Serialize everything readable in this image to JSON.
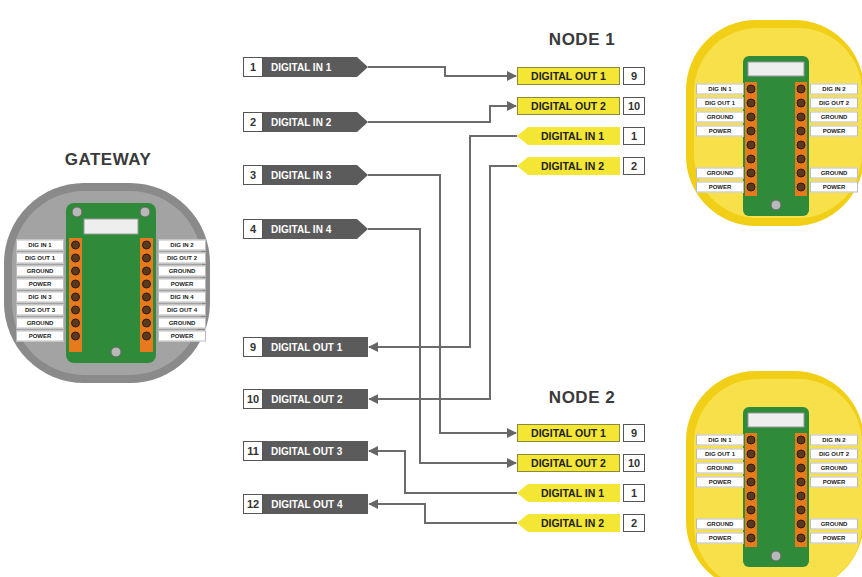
{
  "diagram": {
    "nodes": [
      {
        "text": [
          "1",
          "DIGITAL IN 1"
        ]
      },
      {
        "text": [
          "2",
          "DIGITAL IN 2"
        ]
      },
      {
        "text": [
          "3",
          "DIGITAL IN 3"
        ]
      },
      {
        "text": [
          "4",
          "DIGITAL IN 4"
        ]
      },
      {
        "text": [
          "DIGITAL OUT 1",
          "9"
        ]
      },
      {
        "text": [
          "DIGITAL OUT 2",
          "10"
        ]
      },
      {
        "text": [
          "DIGITAL IN 1",
          "1"
        ]
      },
      {
        "text": [
          "DIGITAL IN 2",
          "2"
        ]
      },
      {
        "text": [
          "9",
          "DIGITAL OUT 1"
        ]
      },
      {
        "text": [
          "10",
          "DIGITAL OUT 2"
        ]
      },
      {
        "text": [
          "11",
          "DIGITAL OUT 3"
        ]
      },
      {
        "text": [
          "12",
          "DIGITAL OUT 4"
        ]
      },
      {
        "text": [
          "DIGITAL OUT 1",
          "9"
        ]
      },
      {
        "text": [
          "DIGITAL OUT 2",
          "10"
        ]
      },
      {
        "text": [
          "DIGITAL IN 1",
          "1"
        ]
      },
      {
        "text": [
          "DIGITAL IN 2",
          "2"
        ]
      }
    ],
    "edges": [
      {
        "from": 0,
        "to": 4,
        "arrow": "to"
      },
      {
        "from": 1,
        "to": 5,
        "arrow": "to"
      },
      {
        "from": 6,
        "to": 8,
        "arrow": "to"
      },
      {
        "from": 7,
        "to": 9,
        "arrow": "to"
      },
      {
        "from": 2,
        "to": 12,
        "arrow": "to"
      },
      {
        "from": 3,
        "to": 13,
        "arrow": "to"
      },
      {
        "from": 14,
        "to": 10,
        "arrow": "to"
      },
      {
        "from": 15,
        "to": 11,
        "arrow": "to"
      }
    ],
    "labels": [
      "GATEWAY",
      "DIG IN 1",
      "DIG OUT 1",
      "GROUND",
      "POWER",
      "DIG IN 3",
      "DIG OUT 3",
      "GROUND",
      "POWER",
      "DIG IN 2",
      "DIG OUT 2",
      "GROUND",
      "POWER",
      "DIG IN 4",
      "DIG OUT 4",
      "GROUND",
      "POWER",
      "NODE 1",
      "DIG IN 1",
      "DIG OUT 1",
      "GROUND",
      "POWER",
      "GROUND",
      "POWER",
      "DIG IN 2",
      "DIG OUT 2",
      "GROUND",
      "POWER",
      "GROUND",
      "POWER",
      "NODE 2",
      "DIG IN 1",
      "DIG OUT 1",
      "GROUND",
      "POWER",
      "GROUND",
      "POWER",
      "DIG IN 2",
      "DIG OUT 2",
      "GROUND",
      "POWER",
      "GROUND",
      "POWER"
    ]
  }
}
